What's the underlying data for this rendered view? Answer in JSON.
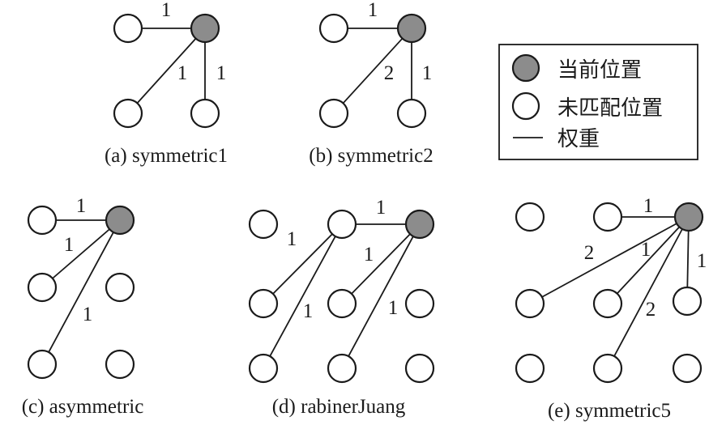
{
  "figure": {
    "panels": [
      {
        "id": "a",
        "caption": "(a) symmetric1",
        "grid": "2x2",
        "current": "top-right",
        "edges": [
          {
            "from": "top-left",
            "to": "top-right",
            "weight": "1"
          },
          {
            "from": "bottom-left",
            "to": "top-right",
            "weight": "1"
          },
          {
            "from": "bottom-right",
            "to": "top-right",
            "weight": "1"
          }
        ]
      },
      {
        "id": "b",
        "caption": "(b) symmetric2",
        "grid": "2x2",
        "current": "top-right",
        "edges": [
          {
            "from": "top-left",
            "to": "top-right",
            "weight": "1"
          },
          {
            "from": "bottom-left",
            "to": "top-right",
            "weight": "2"
          },
          {
            "from": "bottom-right",
            "to": "top-right",
            "weight": "1"
          }
        ]
      },
      {
        "id": "c",
        "caption": "(c) asymmetric",
        "grid": "3x2",
        "current": "top-right",
        "edges": [
          {
            "from": "r0c0",
            "to": "r0c1",
            "weight": "1"
          },
          {
            "from": "r1c0",
            "to": "r0c1",
            "weight": "1"
          },
          {
            "from": "r2c0",
            "to": "r0c1",
            "weight": "1"
          }
        ]
      },
      {
        "id": "d",
        "caption": "(d) rabinerJuang",
        "grid": "3x3",
        "current": "top-right",
        "edges": [
          {
            "from": "r0c1",
            "to": "r0c2",
            "weight": "1"
          },
          {
            "from": "r1c0",
            "to": "r0c1",
            "weight": "1"
          },
          {
            "from": "r2c0",
            "to": "r0c1",
            "weight": "1"
          },
          {
            "from": "r1c1",
            "to": "r0c2",
            "weight": "1"
          },
          {
            "from": "r2c1",
            "to": "r0c2",
            "weight": "1"
          }
        ]
      },
      {
        "id": "e",
        "caption": "(e) symmetric5",
        "grid": "3x3",
        "current": "top-right",
        "edges": [
          {
            "from": "r0c1",
            "to": "r0c2",
            "weight": "1"
          },
          {
            "from": "r1c0",
            "to": "r0c2",
            "weight": "2"
          },
          {
            "from": "r1c1",
            "to": "r0c2",
            "weight": "1"
          },
          {
            "from": "r2c1",
            "to": "r0c2",
            "weight": "2"
          },
          {
            "from": "r1c2",
            "to": "r0c2",
            "weight": "1"
          }
        ]
      }
    ],
    "legend": {
      "items": [
        {
          "symbol": "filled-circle",
          "label": "当前位置"
        },
        {
          "symbol": "empty-circle",
          "label": "未匹配位置"
        },
        {
          "symbol": "line",
          "label": "权重"
        }
      ]
    },
    "colors": {
      "current_fill": "#8c8c8c",
      "unmatched_fill": "#ffffff",
      "stroke": "#1a1a1a"
    }
  }
}
